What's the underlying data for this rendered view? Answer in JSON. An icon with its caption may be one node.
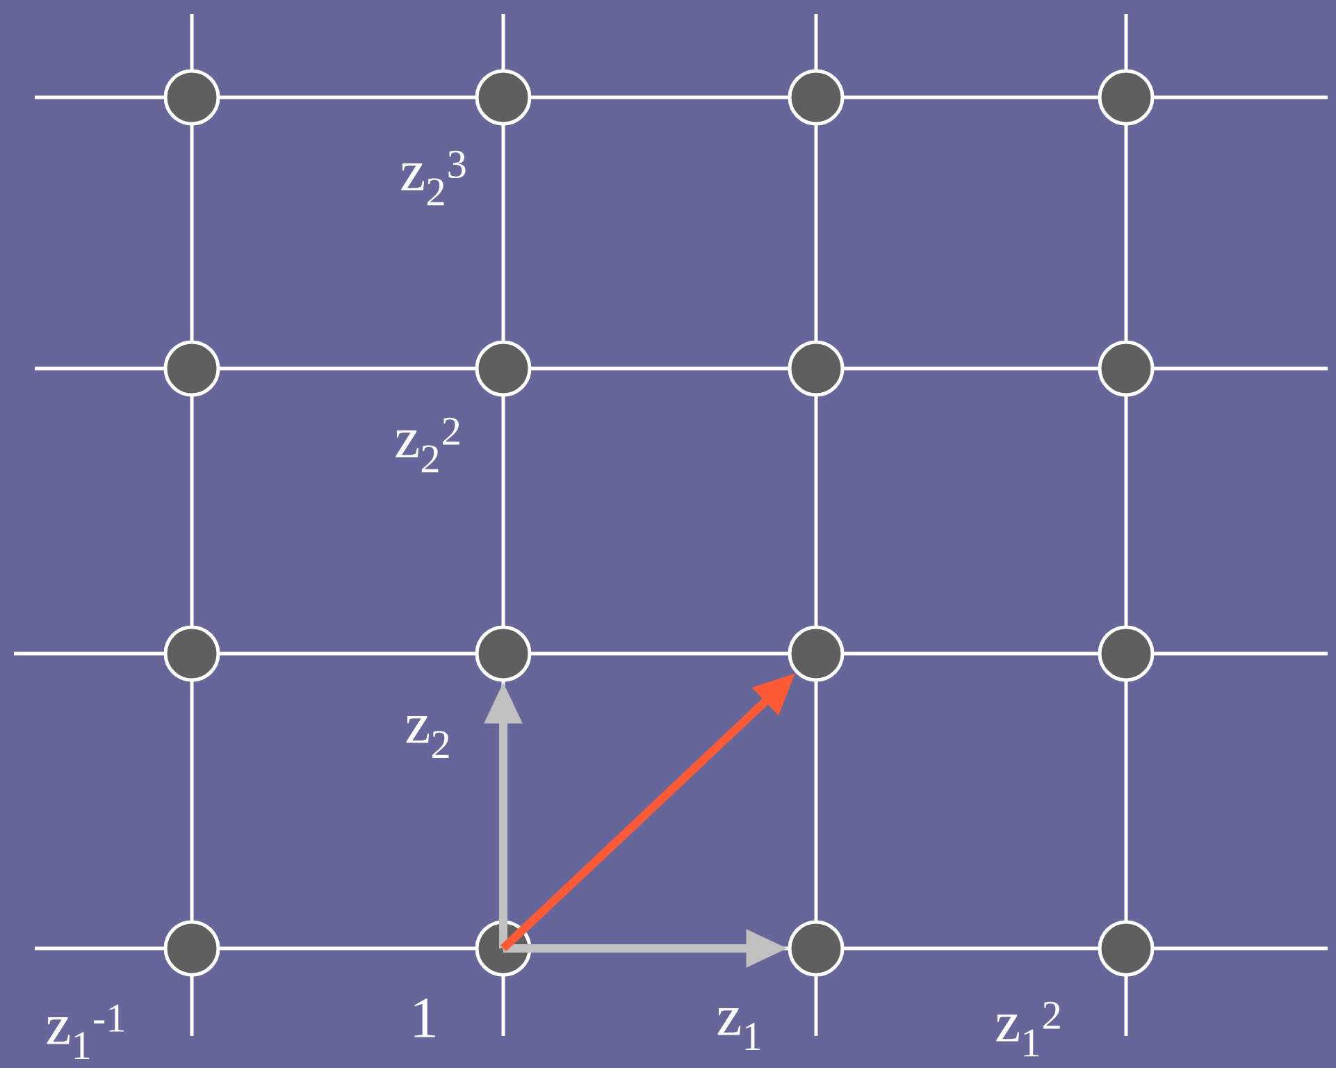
{
  "diagram": {
    "nodes": [
      {
        "text": [],
        "shape": "circle"
      },
      {
        "text": [],
        "shape": "circle"
      },
      {
        "text": [],
        "shape": "circle"
      },
      {
        "text": [],
        "shape": "circle"
      },
      {
        "text": [],
        "shape": "circle"
      },
      {
        "text": [],
        "shape": "circle"
      },
      {
        "text": [],
        "shape": "circle"
      },
      {
        "text": [],
        "shape": "circle"
      },
      {
        "text": [],
        "shape": "circle"
      },
      {
        "text": [],
        "shape": "circle"
      },
      {
        "text": [],
        "shape": "circle"
      },
      {
        "text": [],
        "shape": "circle"
      },
      {
        "text": [],
        "shape": "circle"
      },
      {
        "text": [],
        "shape": "circle"
      },
      {
        "text": [],
        "shape": "circle"
      },
      {
        "text": [],
        "shape": "circle"
      }
    ],
    "edges": [
      {
        "from": 13,
        "to": 9,
        "arrow": "to"
      },
      {
        "from": 13,
        "to": 14,
        "arrow": "to"
      },
      {
        "from": 13,
        "to": 10,
        "arrow": "to",
        "color": "#ff5a36"
      }
    ],
    "labels": [
      "z$_{2}$$^{3}$",
      "z$_{2}$$^{2}$",
      "z$_{2}$",
      "z$_{1}$$^{-1}$",
      "1",
      "z$_{1}$",
      "z$_{1}$$^{2}$"
    ]
  }
}
